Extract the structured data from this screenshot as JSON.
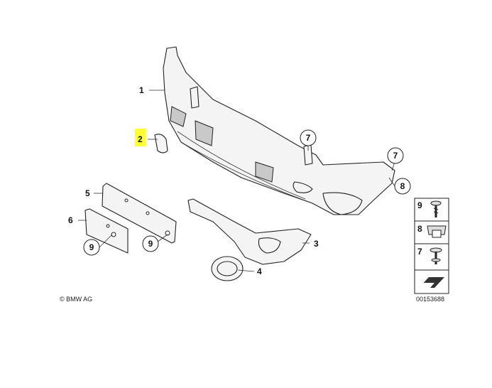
{
  "callouts": {
    "p1": "1",
    "p2": "2",
    "p3": "3",
    "p4": "4",
    "p5": "5",
    "p6": "6",
    "p7a": "7",
    "p7b": "7",
    "p8": "8",
    "p9a": "9",
    "p9b": "9"
  },
  "legend": {
    "item9": "9",
    "item8": "8",
    "item7": "7"
  },
  "copyright": "© BMW AG",
  "diagram_number": "00153688",
  "colors": {
    "highlight": "#ffff33",
    "line": "#222222",
    "part_fill": "#f4f4f4"
  }
}
